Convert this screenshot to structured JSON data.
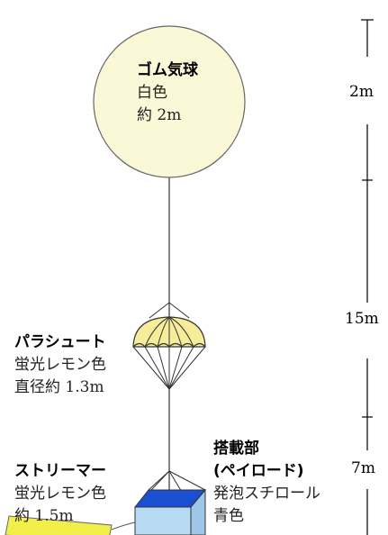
{
  "balloon": {
    "title": "ゴム気球",
    "color": "白色",
    "size": "約 2m",
    "fill": "#fbf8d7"
  },
  "parachute": {
    "title": "パラシュート",
    "color": "蛍光レモン色",
    "size": "直径約 1.3m",
    "fill": "#f6ec9a"
  },
  "streamer": {
    "title": "ストリーマー",
    "color": "蛍光レモン色",
    "size": "約 1.5m",
    "fill": "#f2ef4a"
  },
  "payload": {
    "title_line1": "搭載部",
    "title_line2": "(ペイロード)",
    "material": "発泡スチロール",
    "color": "青色",
    "front_fill": "#b8daf2",
    "top_fill": "#1a4fd1"
  },
  "dimensions": {
    "top": "2m",
    "middle": "15m",
    "bottom": "7m"
  }
}
